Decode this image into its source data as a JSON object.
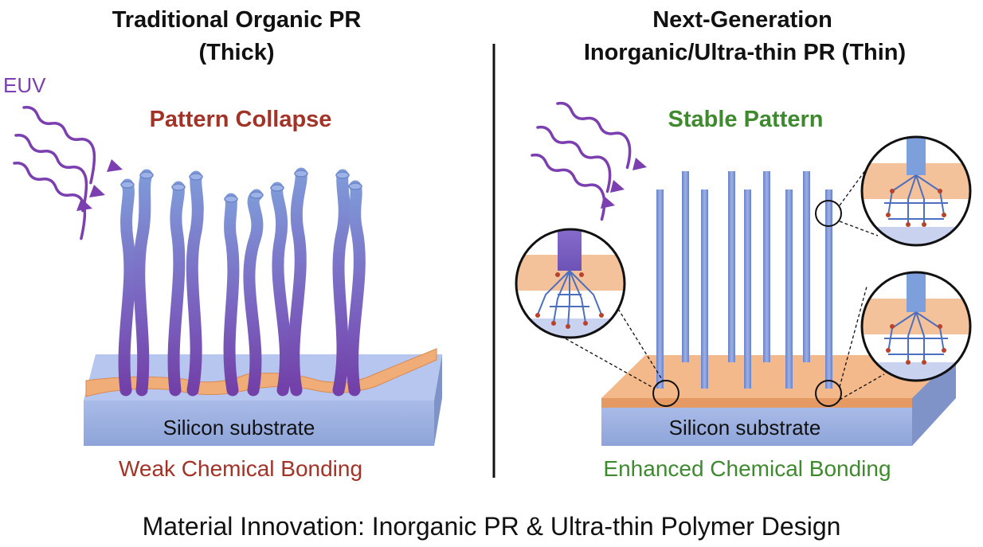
{
  "left_panel": {
    "title_line1": "Traditional Organic PR",
    "title_line2": "(Thick)",
    "euv_label": "EUV",
    "status_label": "Pattern Collapse",
    "substrate_label": "Silicon substrate",
    "bonding_label": "Weak Chemical Bonding"
  },
  "right_panel": {
    "title_line1": "Next-Generation",
    "title_line2": "Inorganic/Ultra-thin PR (Thin)",
    "status_label": "Stable Pattern",
    "substrate_label": "Silicon substrate",
    "bonding_label": "Enhanced Chemical Bonding"
  },
  "caption": "Material Innovation: Inorganic PR & Ultra-thin Polymer Design",
  "colors": {
    "collapse_red": "#a23327",
    "stable_green": "#3f8a2e",
    "euv_purple": "#7b3fb0",
    "pillar_blue": "#6f8fd0",
    "pillar_purple": "#7a4bb5",
    "photoresist_orange": "#f0b07e",
    "substrate_blue": "#9fb3e3"
  }
}
